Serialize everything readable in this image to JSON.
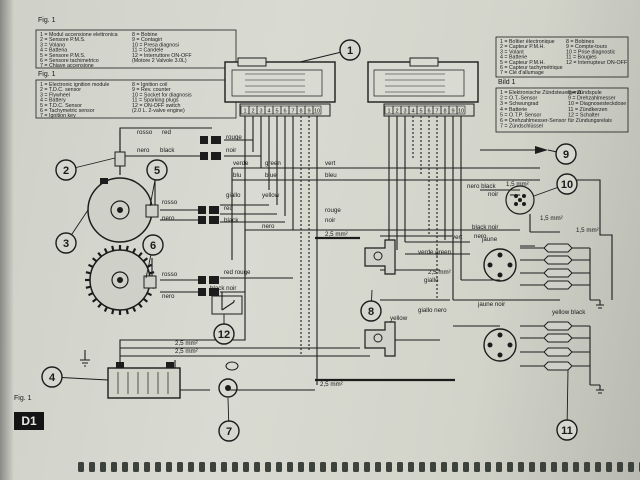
{
  "figure": {
    "label_top": "Fig. 1",
    "label_mid": "Fig. 1",
    "label_bottom": "Fig. 1",
    "label_right_mid": "Bild 1",
    "page_code": "D1"
  },
  "legends": {
    "italian_left": [
      "1 = Modul accensione elettronica",
      "2 = Sensore P.M.S.",
      "3 = Volano",
      "4 = Batteria",
      "5 = Sensore P.M.S.",
      "6 = Sensore tachimetrico",
      "7 = Chiave accensione"
    ],
    "italian_right": [
      "8 = Bobine",
      "9 = Contagiri",
      "10 = Presa diagnosi",
      "11 = Candele",
      "12 = Interruttore ON-OFF",
      "(Motore 2 Valvole 3.0L)"
    ],
    "english_left": [
      "1 = Electronic ignition module",
      "2 = T.D.C. sensor",
      "3 = Flywheel",
      "4 = Battery",
      "5 = T.D.C. Sensor",
      "6 = Tachymetric sensor",
      "7 = Ignition key"
    ],
    "english_right": [
      "8 = Ignition coil",
      "9 = Rev. counter",
      "10 = Socket for diagnosis",
      "11 = Sparking plugs",
      "12 = ON-OFF switch",
      "(2.0 L. 2-valve engine)"
    ],
    "french_left": [
      "1 = Boîtier électronique",
      "2 = Capteur P.M.H.",
      "3 = Volant",
      "4 = Batterie",
      "5 = Capteur P.M.H.",
      "6 = Capteur tachymétrique",
      "7 = Clé d'allumage"
    ],
    "french_right": [
      "8 = Bobines",
      "9 = Compte-tours",
      "10 = Prise diagnostic",
      "11 = Bougies",
      "12 = Interrupteur ON-OFF"
    ],
    "german_left": [
      "1 = Elektronische Zündsteuergerät",
      "2 = O.T.-Sensor",
      "3 = Schwungrad",
      "4 = Batterie",
      "5 = O.T.P. Sensor",
      "6 = Drehzahlmesser-Sensor",
      "7 = Zündschlüssel"
    ],
    "german_right": [
      "8 = Zündspule",
      "9 = Drehzahlmesser",
      "10 = Diagnosesteckdose",
      "11 = Zündkerzen",
      "12 = Schalter",
      "für Zündungsrelais"
    ]
  },
  "callouts": [
    "1",
    "2",
    "3",
    "4",
    "5",
    "6",
    "7",
    "8",
    "9",
    "10",
    "11",
    "12"
  ],
  "pins_left": [
    "1",
    "2",
    "3",
    "4",
    "5",
    "6",
    "7",
    "8",
    "9",
    "10"
  ],
  "pins_right": [
    "1",
    "2",
    "3",
    "4",
    "5",
    "6",
    "7",
    "8",
    "9",
    "10"
  ],
  "wire_labels": {
    "rosso_1": "rosso",
    "red_1": "red",
    "rouge_1": "rouge",
    "nero_1": "nero",
    "black_1": "black",
    "noir_1": "noir",
    "verde": "verde",
    "green": "green",
    "vert": "vert",
    "blu": "blu",
    "blue": "blue",
    "bleu": "bleu",
    "giallo_1": "giallo",
    "yellow_1": "yellow",
    "rosso_2": "rosso",
    "red_2": "red",
    "rouge_2": "rouge",
    "nero_2": "nero",
    "black_2": "black",
    "nero_3": "nero",
    "rosso_3": "rosso",
    "red_rouge": "red rouge",
    "nero_4": "nero",
    "black_noir": "black noir",
    "nero_black_diag": "nero black",
    "noir_diag": "noir",
    "cable_15": "1,5 mm²",
    "cable_15b": "1,5 mm²",
    "cable_15c": "1,5 mm²",
    "cable_25a": "2,5 mm²",
    "cable_25b": "2,5 mm²",
    "cable_25c": "2,5 mm²",
    "cable_25d": "2,5 mm²",
    "cable_25e": "2,5 mm²",
    "black_noir_2": "black     noir",
    "nero_2b": "nero",
    "vert_2": "vert",
    "verde_green": "verde   green",
    "giallo_2": "giallo",
    "jaune": "jaune",
    "giallo_nero": "giallo nero",
    "jaune_noir": "jaune noir",
    "yellow_black": "yellow black",
    "yellow_2": "yellow"
  }
}
